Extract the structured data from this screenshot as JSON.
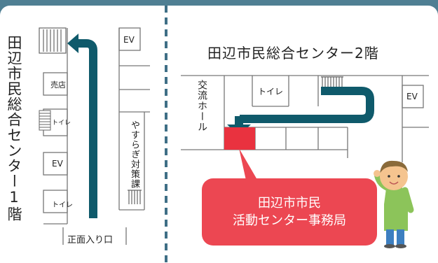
{
  "left_floor": {
    "title": "田辺市民総合センター1階",
    "shop_label": "売店",
    "toilet_label_1": "トイレ",
    "toilet_label_2": "トイレ",
    "ev_label_1": "EV",
    "ev_label_2": "EV",
    "consult_label": "やすらぎ対策課",
    "entrance_label": "正面入り口"
  },
  "right_floor": {
    "title": "田辺市民総合センター2階",
    "hall_label": "交流ホール",
    "toilet_label": "トイレ",
    "ev_label": "EV"
  },
  "callout": {
    "line1": "田辺市市民",
    "line2": "活動センター事務局"
  },
  "colors": {
    "frame": "#4f7f93",
    "arrow": "#0f5a6b",
    "highlight": "#e9323f",
    "callout": "#ec4752",
    "divider": "#3f6f86"
  }
}
